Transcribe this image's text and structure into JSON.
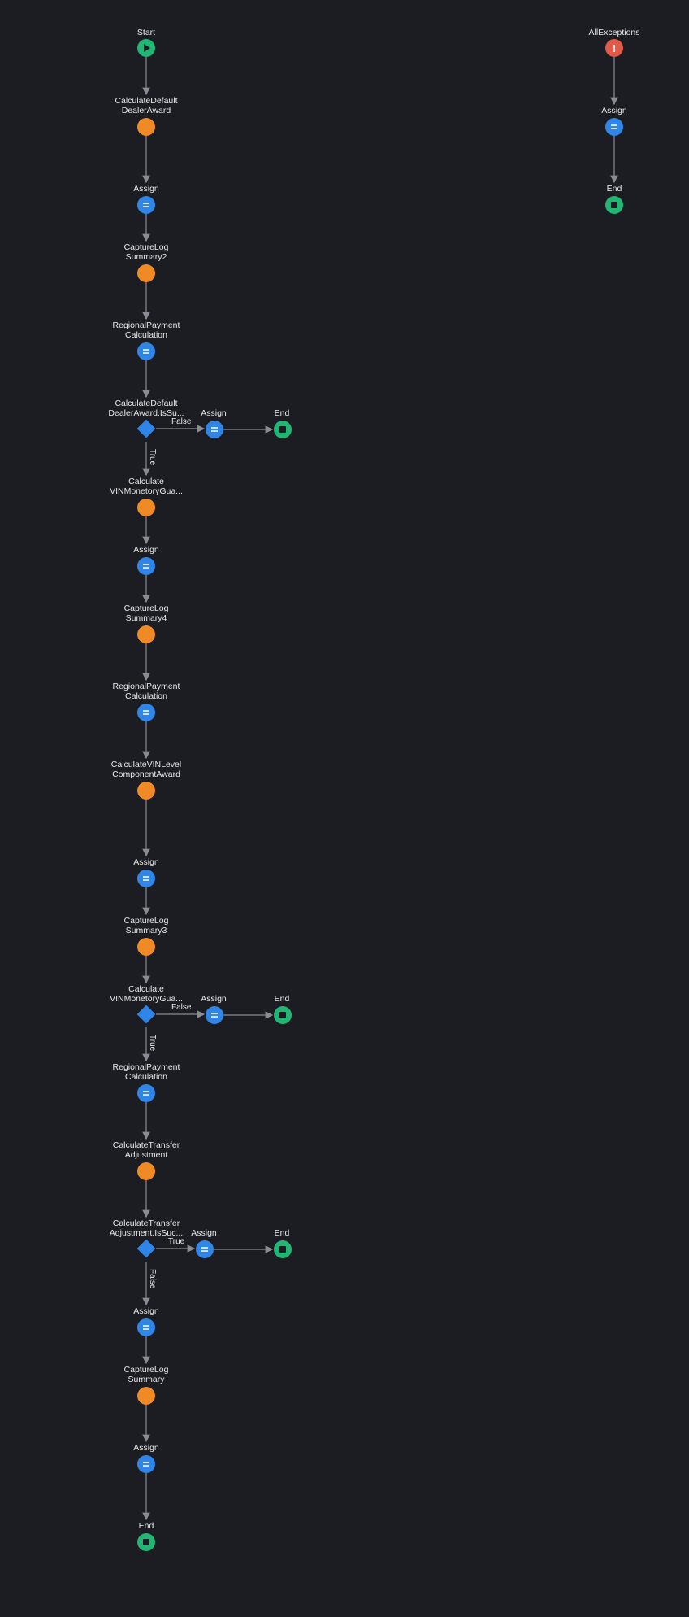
{
  "nodes": {
    "start": {
      "label": "Start"
    },
    "n1": {
      "label": "CalculateDefault\nDealerAward"
    },
    "n2": {
      "label": "Assign"
    },
    "n3": {
      "label": "CaptureLog\nSummary2"
    },
    "n4": {
      "label": "RegionalPayment\nCalculation"
    },
    "if1": {
      "label": "CalculateDefault\nDealerAward.IsSu..."
    },
    "if1_assign": {
      "label": "Assign"
    },
    "if1_end": {
      "label": "End"
    },
    "n5": {
      "label": "Calculate\nVINMonetoryGua..."
    },
    "n6": {
      "label": "Assign"
    },
    "n7": {
      "label": "CaptureLog\nSummary4"
    },
    "n8": {
      "label": "RegionalPayment\nCalculation"
    },
    "n9": {
      "label": "CalculateVINLevel\nComponentAward"
    },
    "n10": {
      "label": "Assign"
    },
    "n11": {
      "label": "CaptureLog\nSummary3"
    },
    "if2": {
      "label": "Calculate\nVINMonetoryGua..."
    },
    "if2_assign": {
      "label": "Assign"
    },
    "if2_end": {
      "label": "End"
    },
    "n12": {
      "label": "RegionalPayment\nCalculation"
    },
    "n13": {
      "label": "CalculateTransfer\nAdjustment"
    },
    "if3": {
      "label": "CalculateTransfer\nAdjustment.IsSuc..."
    },
    "if3_assign": {
      "label": "Assign"
    },
    "if3_end": {
      "label": "End"
    },
    "n14": {
      "label": "Assign"
    },
    "n15": {
      "label": "CaptureLog\nSummary"
    },
    "n16": {
      "label": "Assign"
    },
    "end": {
      "label": "End"
    },
    "exc": {
      "label": "AllExceptions"
    },
    "exc_assign": {
      "label": "Assign"
    },
    "exc_end": {
      "label": "End"
    }
  },
  "edge_labels": {
    "if1_false": "False",
    "if1_true": "True",
    "if2_false": "False",
    "if2_true": "True",
    "if3_true": "True",
    "if3_false": "False"
  },
  "colors": {
    "background": "#1b1d22",
    "start_end": "#22b573",
    "action": "#f08a24",
    "assign": "#2f86e6",
    "exception": "#e05a4a",
    "edge": "#8a8d93"
  }
}
